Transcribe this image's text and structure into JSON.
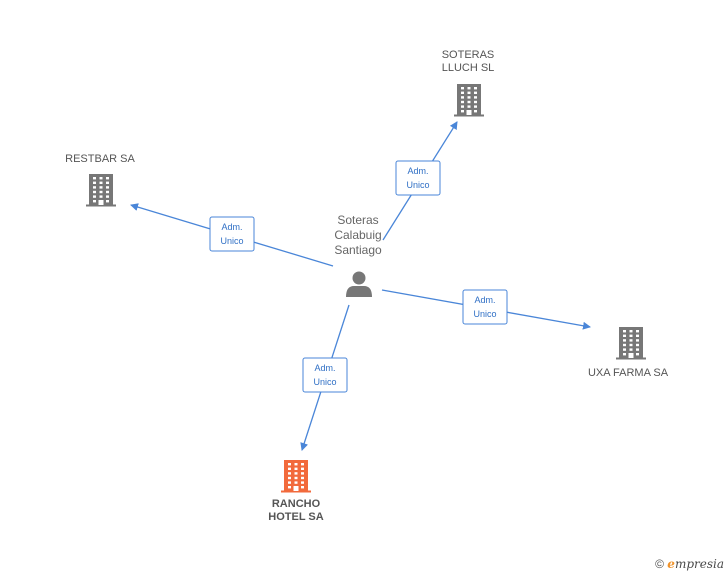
{
  "center": {
    "name_lines": [
      "Soteras",
      "Calabuig",
      "Santiago"
    ],
    "icon": "person-icon"
  },
  "companies": [
    {
      "id": "soteras-lluch",
      "name_lines": [
        "SOTERAS",
        "LLUCH  SL"
      ],
      "icon": "building-icon",
      "color": "#777777",
      "highlight": false
    },
    {
      "id": "restbar",
      "name_lines": [
        "RESTBAR SA"
      ],
      "icon": "building-icon",
      "color": "#777777",
      "highlight": false
    },
    {
      "id": "uxa-farma",
      "name_lines": [
        "UXA FARMA SA"
      ],
      "icon": "building-icon",
      "color": "#777777",
      "highlight": false
    },
    {
      "id": "rancho-hotel",
      "name_lines": [
        "RANCHO",
        "HOTEL SA"
      ],
      "icon": "building-icon",
      "color": "#f26a3c",
      "highlight": true
    }
  ],
  "relations": [
    {
      "to": "soteras-lluch",
      "label_lines": [
        "Adm.",
        "Unico"
      ]
    },
    {
      "to": "restbar",
      "label_lines": [
        "Adm.",
        "Unico"
      ]
    },
    {
      "to": "uxa-farma",
      "label_lines": [
        "Adm.",
        "Unico"
      ]
    },
    {
      "to": "rancho-hotel",
      "label_lines": [
        "Adm.",
        "Unico"
      ]
    }
  ],
  "colors": {
    "edge": "#4a86d8",
    "person": "#777777"
  },
  "footer": {
    "copyright": "©",
    "brand_initial": "e",
    "brand_rest": "mpresia"
  }
}
